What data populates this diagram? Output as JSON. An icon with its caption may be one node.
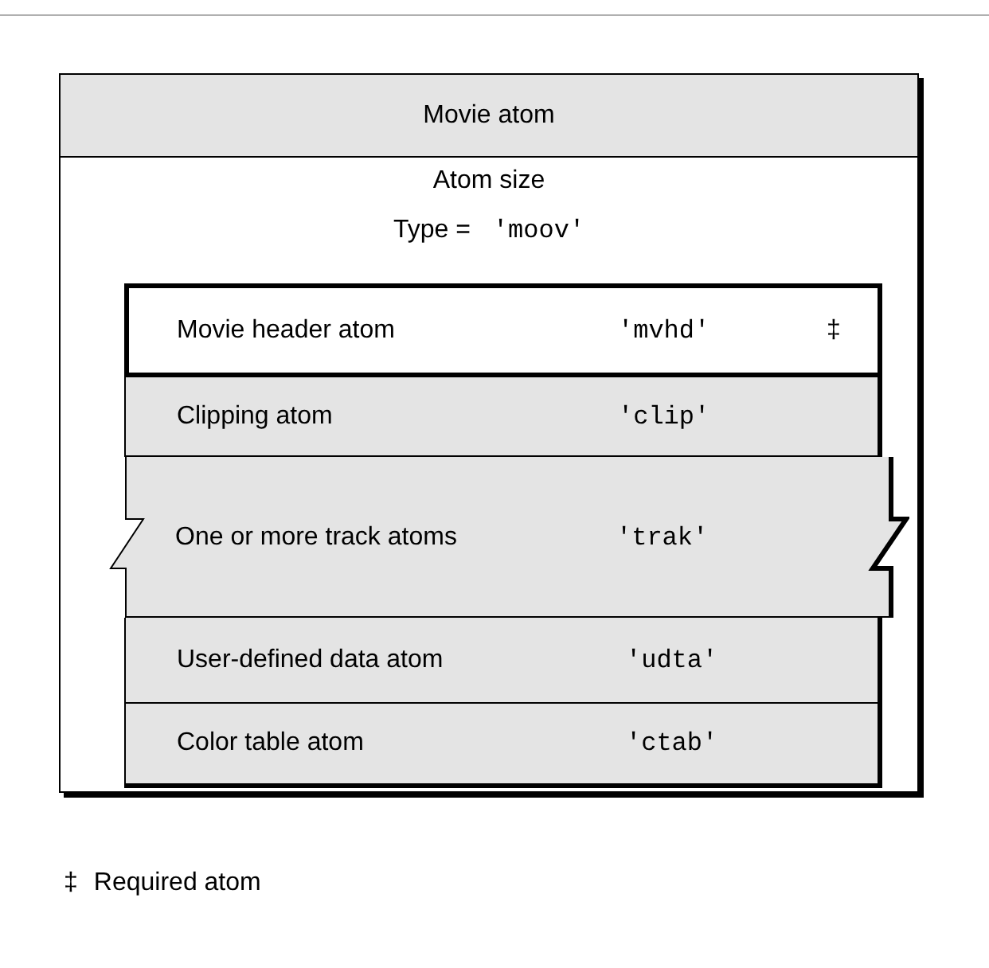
{
  "diagram": {
    "nodes": [
      {
        "text": [
          "Movie atom",
          "Atom size",
          "Type =",
          "'moov'"
        ]
      },
      {
        "text": [
          "Movie header atom",
          "'mvhd'",
          "‡"
        ],
        "in": 0
      },
      {
        "text": [
          "Clipping atom",
          "'clip'"
        ],
        "in": 0
      },
      {
        "text": [
          "One or more track atoms",
          "'trak'"
        ],
        "in": 0
      },
      {
        "text": [
          "User-defined data atom",
          "'udta'"
        ],
        "in": 0
      },
      {
        "text": [
          "Color table atom",
          "'ctab'"
        ],
        "in": 0
      }
    ],
    "labels": [
      "‡",
      "Required atom"
    ]
  }
}
